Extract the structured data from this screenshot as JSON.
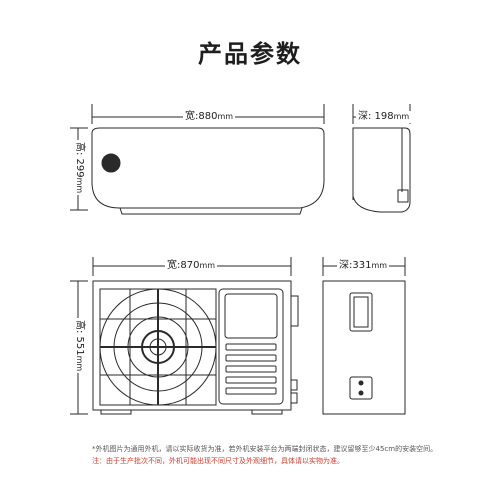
{
  "title": "产品参数",
  "indoor": {
    "width_label": "宽:880",
    "depth_label": "深: 198",
    "height_label": "高: 299",
    "unit": "mm"
  },
  "outdoor": {
    "width_label": "宽:870",
    "depth_label": "深:331",
    "height_label": "高: 551",
    "unit": "mm"
  },
  "notes": {
    "line1": "*外机图片为通用外机，请以实际收货为准，若外机安装平台为两端封闭状态，建议留够至少45cm的安装空间。",
    "line2": "注：由于生产批次不同，外机可能出现不同尺寸及外观细节，具体请以实物为准。"
  },
  "colors": {
    "line": "#2a2a2a",
    "note_red": "#d23a2a"
  }
}
